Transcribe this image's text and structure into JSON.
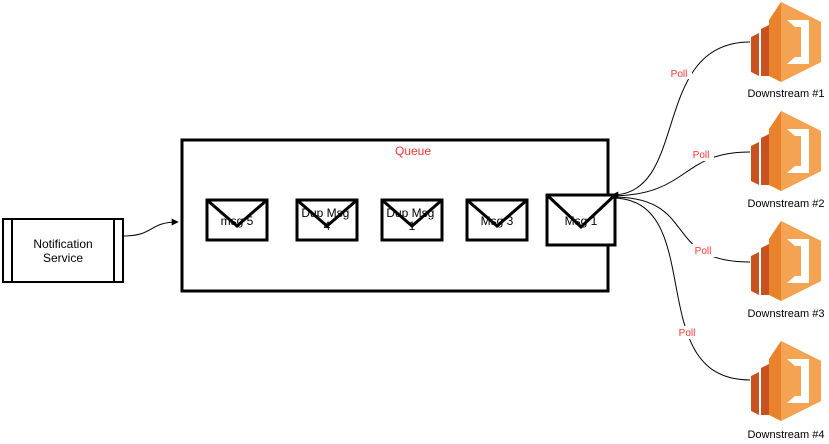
{
  "notification_service": {
    "label": "Notification Service"
  },
  "queue": {
    "label": "Queue",
    "messages": [
      {
        "label": "msg 5"
      },
      {
        "label": "Dup Msg 4"
      },
      {
        "label": "Dup Msg 1"
      },
      {
        "label": "Msg 3"
      },
      {
        "label": "Msg 1"
      }
    ]
  },
  "consumers": [
    {
      "label": "Downstream #1",
      "edge_label": "Poll"
    },
    {
      "label": "Downstream #2",
      "edge_label": "Poll"
    },
    {
      "label": "Downstream #3",
      "edge_label": "Poll"
    },
    {
      "label": "Downstream #4",
      "edge_label": "Poll"
    }
  ],
  "colors": {
    "poll_text": "#ff3333",
    "queue_text": "#ff3333",
    "lambda_dark": "#c7511f",
    "lambda_main": "#e8822b",
    "lambda_light": "#f4a352",
    "stroke": "#000000"
  }
}
